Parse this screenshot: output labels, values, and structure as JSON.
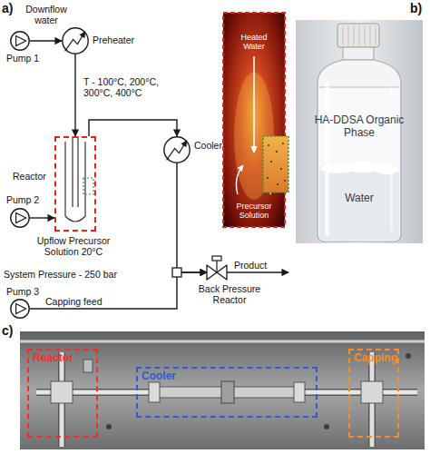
{
  "diagram": {
    "nodes": [
      {
        "text": [
          "Pump 1"
        ]
      },
      {
        "text": [
          "Preheater"
        ]
      },
      {
        "text": [
          "Reactor"
        ]
      },
      {
        "text": [
          "Cooler"
        ]
      },
      {
        "text": [
          "Pump 2"
        ]
      },
      {
        "text": [
          "Back Pressure Reactor"
        ]
      },
      {
        "text": [
          "Pump 3"
        ]
      },
      {
        "text": [
          "Reactor"
        ]
      },
      {
        "text": [
          "Cooler"
        ]
      },
      {
        "text": [
          "Capping"
        ]
      }
    ],
    "edges": [
      {
        "from": 0,
        "to": 1,
        "arrow": "to"
      },
      {
        "from": 1,
        "to": 2,
        "arrow": "to"
      },
      {
        "from": 4,
        "to": 2,
        "arrow": "to"
      },
      {
        "from": 2,
        "to": 3,
        "arrow": "to"
      },
      {
        "from": 3,
        "to": 5,
        "arrow": "to"
      },
      {
        "from": 6,
        "to": 5,
        "arrow": "to"
      }
    ],
    "labels": [
      "a)",
      "Downflow water",
      "T - 100°C, 200°C, 300°C, 400°C",
      "Heated Water",
      "Precursor Solution",
      "b)",
      "HA-DDSA Organic Phase",
      "Water",
      "Upflow Precursor Solution 20°C",
      "System Pressure - 250 bar",
      "Product",
      "Capping feed",
      "c)"
    ]
  }
}
